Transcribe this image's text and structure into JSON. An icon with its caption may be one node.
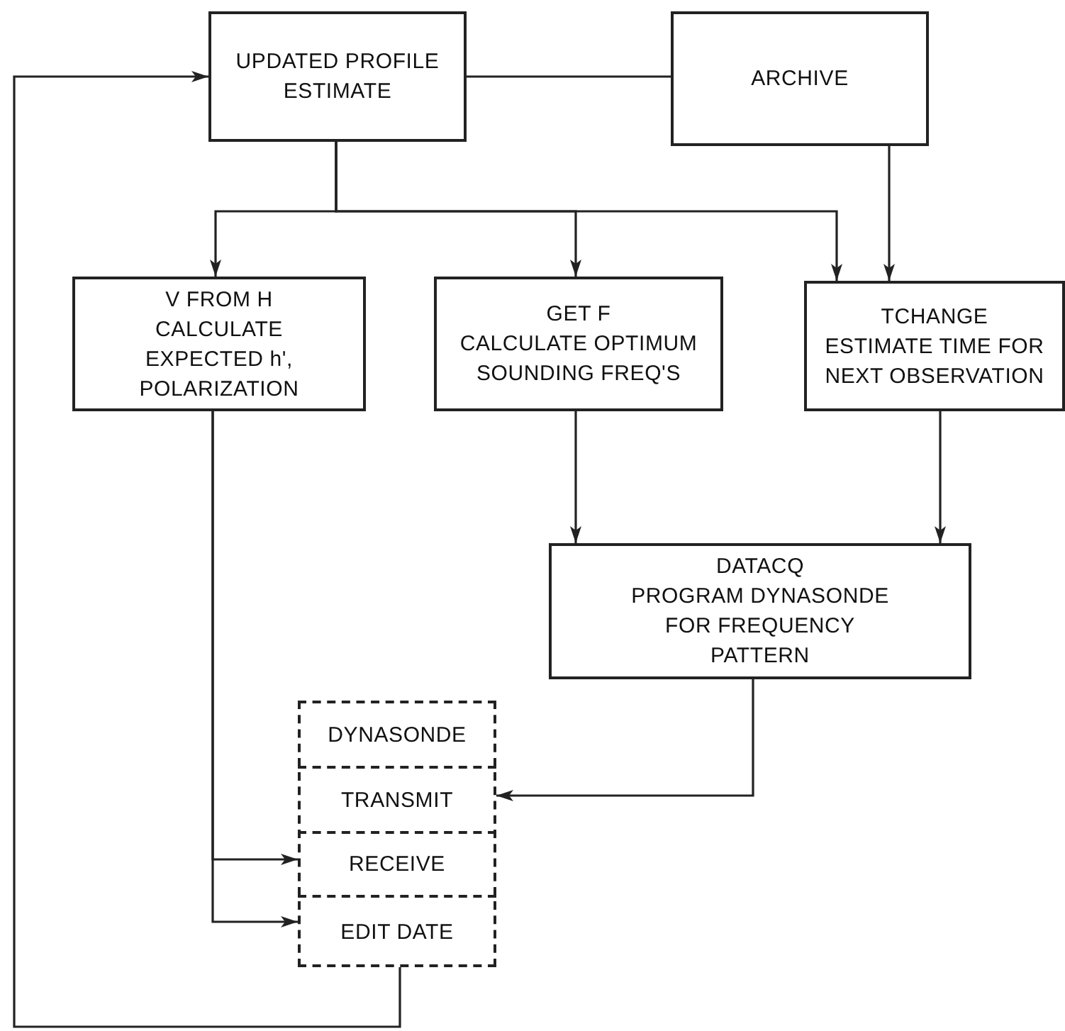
{
  "diagram": {
    "nodes": [
      {
        "text": [
          "UPDATED PROFILE ESTIMATE"
        ]
      },
      {
        "text": [
          "ARCHIVE"
        ]
      },
      {
        "text": [
          "V FROM H",
          "CALCULATE EXPECTED h', POLARIZATION"
        ]
      },
      {
        "text": [
          "GET F",
          "CALCULATE OPTIMUM SOUNDING FREQ'S"
        ]
      },
      {
        "text": [
          "TCHANGE",
          "ESTIMATE TIME FOR NEXT OBSERVATION"
        ]
      },
      {
        "text": [
          "DATACQ",
          "PROGRAM DYNASONDE FOR FREQUENCY PATTERN"
        ]
      },
      {
        "text": [
          "DYNASONDE"
        ]
      },
      {
        "text": [
          "TRANSMIT"
        ],
        "in": 6
      },
      {
        "text": [
          "RECEIVE"
        ],
        "in": 6
      },
      {
        "text": [
          "EDIT DATE"
        ],
        "in": 6
      }
    ],
    "edges": [
      {
        "from": 0,
        "to": 2,
        "arrow": "to"
      },
      {
        "from": 0,
        "to": 3,
        "arrow": "to"
      },
      {
        "from": 0,
        "to": 4,
        "arrow": "to"
      },
      {
        "from": 0,
        "to": 1,
        "arrow": "none"
      },
      {
        "from": 1,
        "to": 4,
        "arrow": "to"
      },
      {
        "from": 3,
        "to": 5,
        "arrow": "to"
      },
      {
        "from": 4,
        "to": 5,
        "arrow": "to"
      },
      {
        "from": 5,
        "to": 7,
        "arrow": "to"
      },
      {
        "from": 2,
        "to": 8,
        "arrow": "to"
      },
      {
        "from": 2,
        "to": 9,
        "arrow": "to"
      },
      {
        "from": 9,
        "to": 0,
        "arrow": "to"
      }
    ]
  }
}
